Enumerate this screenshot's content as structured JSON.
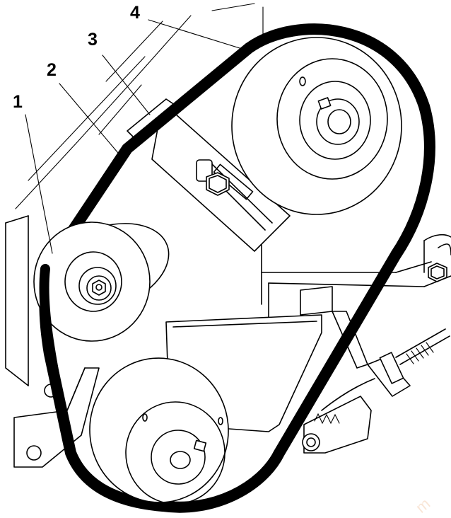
{
  "callouts": [
    {
      "id": "1",
      "label": "1"
    },
    {
      "id": "2",
      "label": "2"
    },
    {
      "id": "3",
      "label": "3"
    },
    {
      "id": "4",
      "label": "4"
    }
  ],
  "watermark": "m",
  "colors": {
    "line": "#000000",
    "background": "#ffffff",
    "watermark": "#f2c9a8"
  }
}
